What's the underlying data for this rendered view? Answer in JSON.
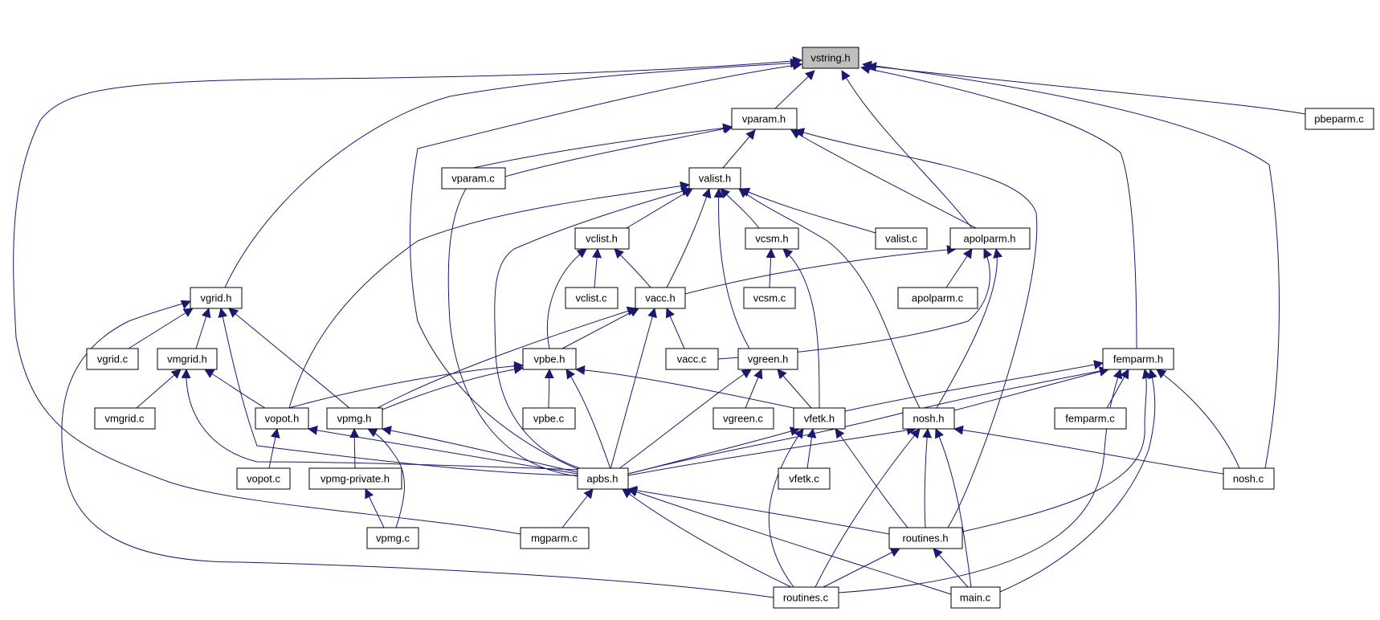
{
  "colors": {
    "edge": "#191970",
    "root_fill": "#bfbfbf",
    "node_fill": "#ffffff",
    "node_border": "#000000"
  },
  "nodes": [
    {
      "id": "vstring.h",
      "label": "vstring.h",
      "highlighted": true
    },
    {
      "id": "pbeparm.c",
      "label": "pbeparm.c"
    },
    {
      "id": "vparam.h",
      "label": "vparam.h"
    },
    {
      "id": "vparam.c",
      "label": "vparam.c"
    },
    {
      "id": "valist.h",
      "label": "valist.h"
    },
    {
      "id": "vclist.h",
      "label": "vclist.h"
    },
    {
      "id": "vcsm.h",
      "label": "vcsm.h"
    },
    {
      "id": "valist.c",
      "label": "valist.c"
    },
    {
      "id": "apolparm.h",
      "label": "apolparm.h"
    },
    {
      "id": "vgrid.h",
      "label": "vgrid.h"
    },
    {
      "id": "vclist.c",
      "label": "vclist.c"
    },
    {
      "id": "vacc.h",
      "label": "vacc.h"
    },
    {
      "id": "vcsm.c",
      "label": "vcsm.c"
    },
    {
      "id": "apolparm.c",
      "label": "apolparm.c"
    },
    {
      "id": "vgrid.c",
      "label": "vgrid.c"
    },
    {
      "id": "vmgrid.h",
      "label": "vmgrid.h"
    },
    {
      "id": "vpbe.h",
      "label": "vpbe.h"
    },
    {
      "id": "vacc.c",
      "label": "vacc.c"
    },
    {
      "id": "vgreen.h",
      "label": "vgreen.h"
    },
    {
      "id": "femparm.h",
      "label": "femparm.h"
    },
    {
      "id": "vmgrid.c",
      "label": "vmgrid.c"
    },
    {
      "id": "vopot.h",
      "label": "vopot.h"
    },
    {
      "id": "vpmg.h",
      "label": "vpmg.h"
    },
    {
      "id": "vpbe.c",
      "label": "vpbe.c"
    },
    {
      "id": "vgreen.c",
      "label": "vgreen.c"
    },
    {
      "id": "vfetk.h",
      "label": "vfetk.h"
    },
    {
      "id": "nosh.h",
      "label": "nosh.h"
    },
    {
      "id": "femparm.c",
      "label": "femparm.c"
    },
    {
      "id": "vopot.c",
      "label": "vopot.c"
    },
    {
      "id": "vpmg-private.h",
      "label": "vpmg-private.h"
    },
    {
      "id": "apbs.h",
      "label": "apbs.h"
    },
    {
      "id": "vfetk.c",
      "label": "vfetk.c"
    },
    {
      "id": "nosh.c",
      "label": "nosh.c"
    },
    {
      "id": "vpmg.c",
      "label": "vpmg.c"
    },
    {
      "id": "mgparm.c",
      "label": "mgparm.c"
    },
    {
      "id": "routines.h",
      "label": "routines.h"
    },
    {
      "id": "routines.c",
      "label": "routines.c"
    },
    {
      "id": "main.c",
      "label": "main.c"
    }
  ]
}
